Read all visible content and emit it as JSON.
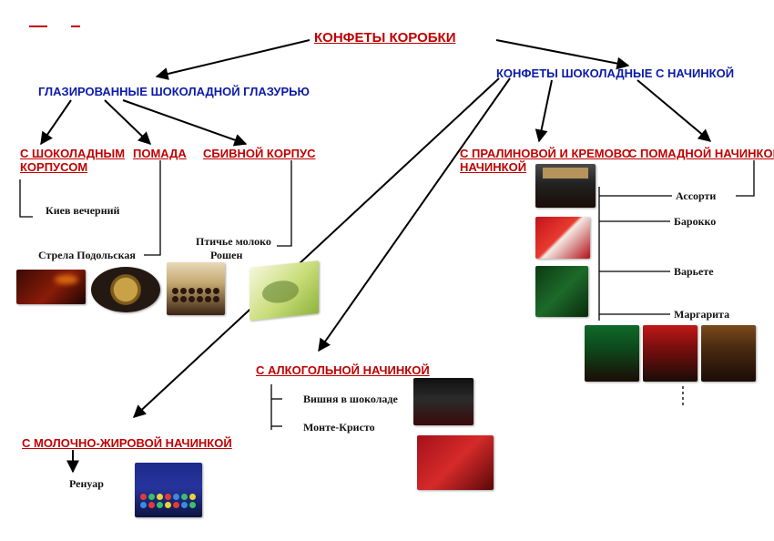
{
  "root": "КОНФЕТЫ КОРОБКИ",
  "glazed": {
    "title": "ГЛАЗИРОВАННЫЕ ШОКОЛАДНОЙ ГЛАЗУРЬЮ",
    "chocolate_body": {
      "line1": "С ШОКОЛАДНЫМ",
      "line2": "КОРПУСОМ",
      "item": "Киев вечерний"
    },
    "fondant": {
      "label": "ПОМАДА",
      "item": "Стрела Подольская"
    },
    "whipped": {
      "label": "СБИВНОЙ КОРПУС",
      "item1": "Птичье молоко",
      "item2": "Рошен"
    }
  },
  "filled": {
    "title": "КОНФЕТЫ ШОКОЛАДНЫЕ С НАЧИНКОЙ",
    "praline": {
      "line1": "С ПРАЛИНОВОЙ И КРЕМОВО",
      "line2": "НАЧИНКОЙ"
    },
    "fondant_filling": {
      "label": "С ПОМАДНОЙ НАЧИНКОЙ",
      "items": [
        "Ассорти",
        "Барокко",
        "Варьете",
        "Маргарита"
      ]
    },
    "alcohol": {
      "label": "С АЛКОГОЛЬНОЙ НАЧИНКОЙ",
      "items": [
        "Вишня в шоколаде",
        "Монте-Кристо"
      ]
    },
    "milk_fat": {
      "label": "С МОЛОЧНО-ЖИРОВОЙ НАЧИНКОЙ",
      "item": "Ренуар"
    }
  },
  "colors": {
    "red_label": "#c00000",
    "blue_label": "#0b1aa8",
    "line": "#000000"
  }
}
